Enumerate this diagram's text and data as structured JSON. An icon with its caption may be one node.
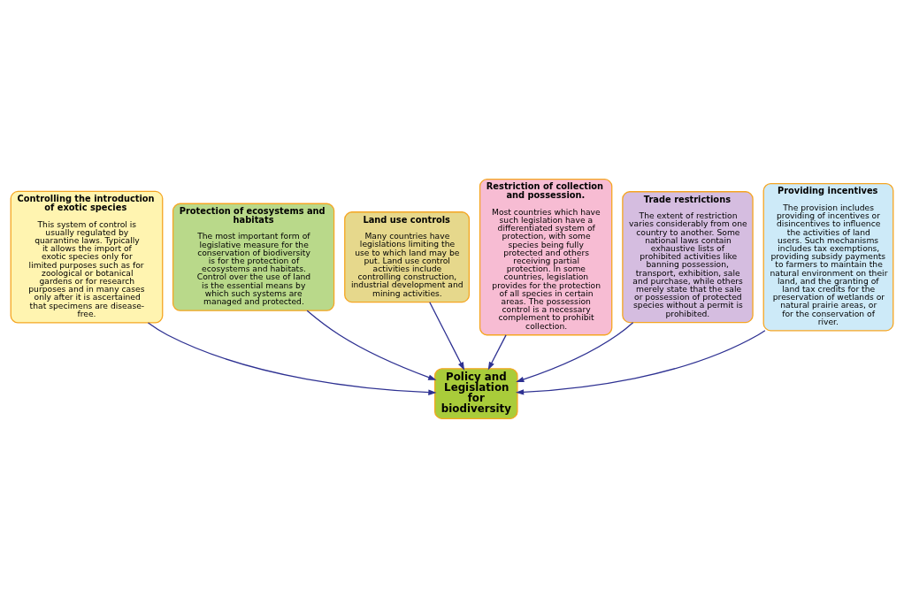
{
  "diagram": {
    "nodes": [
      {
        "text": [
          "Controlling the introduction of exotic species",
          "This system of control is usually regulated by quarantine laws. Typically it allows the import of exotic species only for limited purposes such as for zoological or botanical gardens or for research purposes and in many cases only after it is ascertained that specimens are disease-free."
        ]
      },
      {
        "text": [
          "Protection of ecosystems and habitats",
          "The most important form of legislative measure for the conservation of biodiversity is for the protection of ecosystems and habitats. Control over the use of land is the essential means by which such systems are managed and protected."
        ]
      },
      {
        "text": [
          "Land use controls",
          "Many countries have legislations limiting the use to which land may be put. Land use control activities include controlling construction, industrial development and mining activities."
        ]
      },
      {
        "text": [
          "Restriction of collection and possession.",
          "Most countries which have such legislation have a differentiated system of protection, with some species being fully protected and others receiving partial protection. In some countries, legislation provides for the protection of all species in certain areas. The possession control is a necessary complement to prohibit collection."
        ]
      },
      {
        "text": [
          "Trade restrictions",
          "The extent of restriction varies considerably from one country to another. Some national laws contain exhaustive lists of prohibited activities like banning possession, transport, exhibition, sale and purchase, while others merely state that the sale or possession of protected species without a permit is prohibited."
        ]
      },
      {
        "text": [
          "Providing incentives",
          "The provision includes providing of incentives or disincentives to influence the activities of land users. Such mechanisms includes tax exemptions, providing subsidy payments to farmers to maintain the natural environment on their land, and the granting of land tax credits for the preservation of wetlands or natural prairie areas, or for the conservation of river."
        ]
      },
      {
        "text": [
          "Policy and Legislation for biodiversity"
        ]
      }
    ],
    "edges": [
      {
        "from": 0,
        "to": 6,
        "arrow": "to"
      },
      {
        "from": 1,
        "to": 6,
        "arrow": "to"
      },
      {
        "from": 2,
        "to": 6,
        "arrow": "to"
      },
      {
        "from": 3,
        "to": 6,
        "arrow": "to"
      },
      {
        "from": 4,
        "to": 6,
        "arrow": "to"
      },
      {
        "from": 5,
        "to": 6,
        "arrow": "to"
      }
    ]
  }
}
